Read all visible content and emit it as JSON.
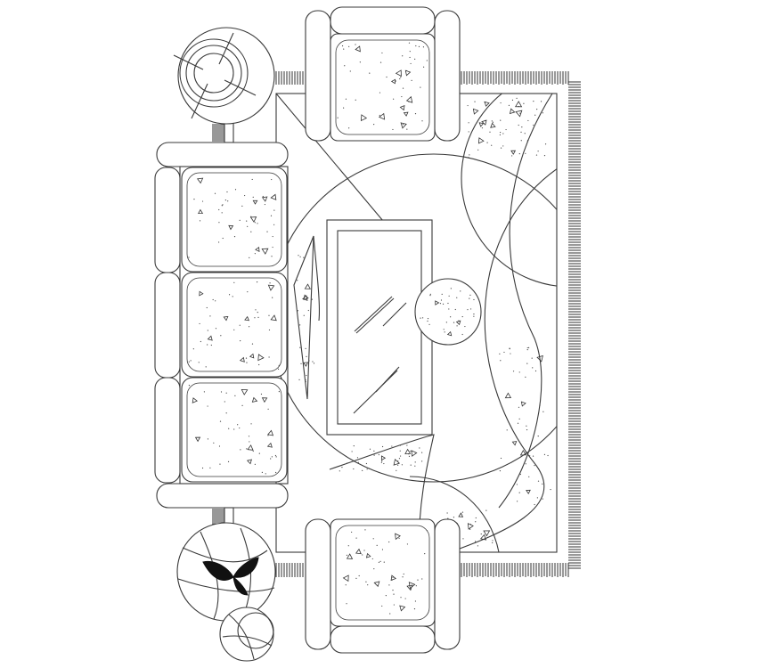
{
  "drawing": {
    "type": "living room furniture layout (plan view)",
    "colors": {
      "line": "#3a3a3a",
      "background": "#ffffff",
      "fill_dark": "#111111"
    },
    "items": [
      "three-seat-sofa",
      "armchair-top",
      "armchair-bottom",
      "coffee-table-glass",
      "area-rug-fringed",
      "round-side-table",
      "round-planter-pot",
      "small-round-stool",
      "decorative-ball"
    ],
    "sofa_seats": 3,
    "armchairs": 2
  }
}
